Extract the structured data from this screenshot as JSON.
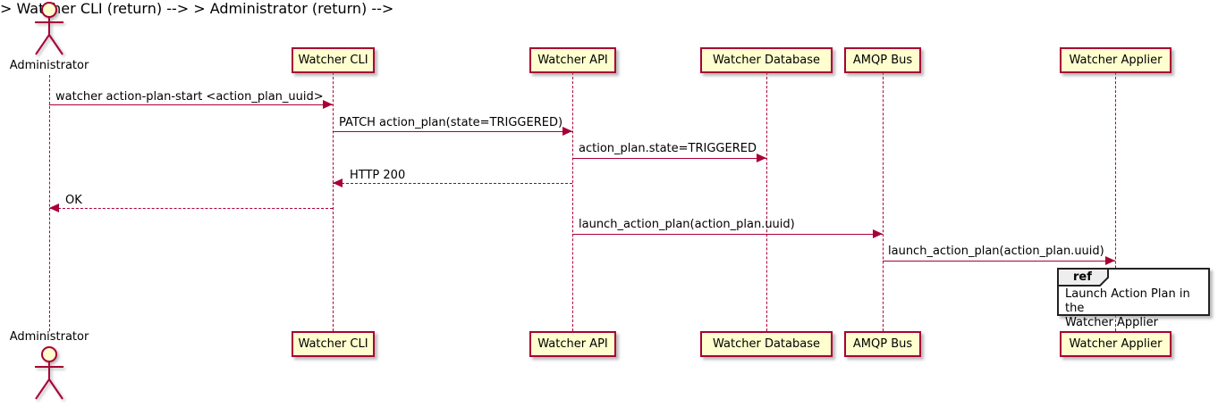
{
  "actor": {
    "name": "Administrator"
  },
  "participants": [
    {
      "name": "Watcher CLI"
    },
    {
      "name": "Watcher API"
    },
    {
      "name": "Watcher Database"
    },
    {
      "name": "AMQP Bus"
    },
    {
      "name": "Watcher Applier"
    }
  ],
  "messages": [
    {
      "from": "Administrator",
      "to": "Watcher CLI",
      "label": "watcher action-plan-start <action_plan_uuid>",
      "line": "solid",
      "direction": "right"
    },
    {
      "from": "Watcher CLI",
      "to": "Watcher API",
      "label": "PATCH action_plan(state=TRIGGERED)",
      "line": "solid",
      "direction": "right"
    },
    {
      "from": "Watcher API",
      "to": "Watcher Database",
      "label": "action_plan.state=TRIGGERED",
      "line": "solid",
      "direction": "right"
    },
    {
      "from": "Watcher API",
      "to": "Watcher CLI",
      "label": "HTTP 200",
      "line": "dashed",
      "direction": "left"
    },
    {
      "from": "Watcher CLI",
      "to": "Administrator",
      "label": "OK",
      "line": "dashed",
      "direction": "left"
    },
    {
      "from": "Watcher API",
      "to": "AMQP Bus",
      "label": "launch_action_plan(action_plan.uuid)",
      "line": "solid",
      "direction": "right"
    },
    {
      "from": "AMQP Bus",
      "to": "Watcher Applier",
      "label": "launch_action_plan(action_plan.uuid)",
      "line": "solid",
      "direction": "right"
    }
  ],
  "ref": {
    "tag": "ref",
    "line1": "Launch Action Plan in the",
    "line2": "Watcher Applier"
  },
  "colors": {
    "accent": "#A80036",
    "participant_fill": "#FEFECE",
    "text": "#000000",
    "ref_fill": "#FFFFFF",
    "ref_border": "#222222",
    "ref_tab_fill": "#EEEEEE"
  }
}
